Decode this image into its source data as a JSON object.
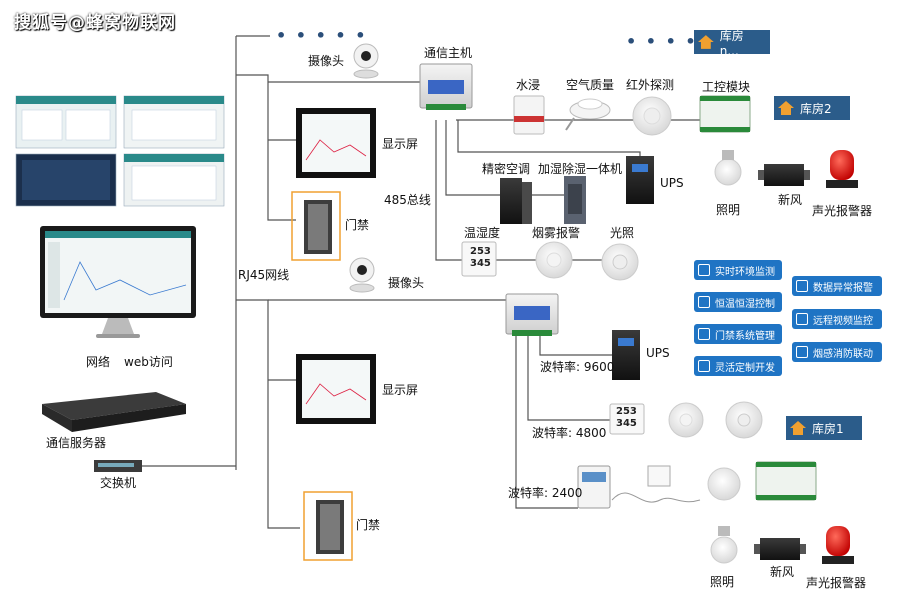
{
  "watermark": "搜狐号@蜂窝物联网",
  "labels": {
    "camera_top": "摄像头",
    "camera_mid": "摄像头",
    "display_top": "显示屏",
    "display_bottom": "显示屏",
    "door_top": "门禁",
    "door_bottom": "门禁",
    "bus485": "485总线",
    "rj45": "RJ45网线",
    "network": "网络",
    "web": "web访问",
    "server": "通信服务器",
    "switch": "交换机",
    "host": "通信主机",
    "water": "水浸",
    "air_quality": "空气质量",
    "infrared": "红外探测",
    "control_module": "工控模块",
    "precision_ac": "精密空调",
    "humidifier": "加湿除湿一体机",
    "ups_top": "UPS",
    "ups_mid": "UPS",
    "lighting_top": "照明",
    "fresh_air_top": "新风",
    "alarm_top": "声光报警器",
    "temp_hum": "温湿度",
    "smoke": "烟雾报警",
    "light": "光照",
    "baud_9600": "波特率: 9600",
    "baud_4800": "波特率: 4800",
    "baud_2400": "波特率: 2400",
    "lighting_bottom": "照明",
    "fresh_air_bottom": "新风",
    "alarm_bottom": "声光报警器",
    "th_reading_1": "253",
    "th_reading_2": "345",
    "th_reading_3": "253",
    "th_reading_4": "345"
  },
  "rooms": {
    "room_n": "库房n...",
    "room2": "库房2",
    "room1": "库房1"
  },
  "features": [
    "实时环境监测",
    "恒温恒湿控制",
    "门禁系统管理",
    "灵活定制开发",
    "数据异常报警",
    "远程视频监控",
    "烟感消防联动"
  ],
  "colors": {
    "room_badge": "#2b5c8a",
    "feature_badge": "#1f74c4",
    "line": "#555555",
    "door_frame": "#f0a030"
  }
}
